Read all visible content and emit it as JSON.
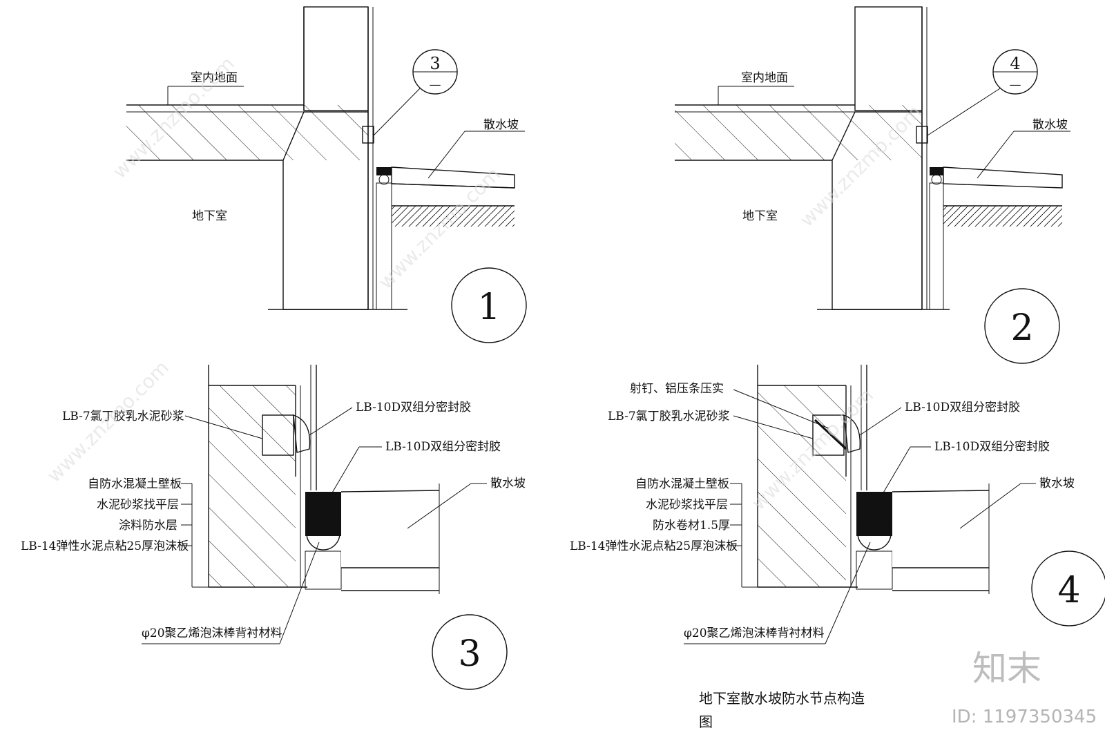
{
  "details": {
    "d1": {
      "number": "1",
      "callout_ref": "3",
      "callout_sub": "—",
      "labels": {
        "indoor_floor": "室内地面",
        "basement": "地下室",
        "apron": "散水坡"
      }
    },
    "d2": {
      "number": "2",
      "callout_ref": "4",
      "callout_sub": "—",
      "labels": {
        "indoor_floor": "室内地面",
        "basement": "地下室",
        "apron": "散水坡"
      }
    },
    "d3": {
      "number": "3",
      "labels": {
        "mortar": "LB-7氯丁胶乳水泥砂浆",
        "sealant_top": "LB-10D双组分密封胶",
        "sealant_mid": "LB-10D双组分密封胶",
        "wall_panel": "自防水混凝土壁板",
        "leveling": "水泥砂浆找平层",
        "waterproof": "涂料防水层",
        "foam_board": "LB-14弹性水泥点粘25厚泡沫板",
        "apron": "散水坡",
        "backer_rod": "φ20聚乙烯泡沫棒背衬材料"
      }
    },
    "d4": {
      "number": "4",
      "labels": {
        "nail": "射钉、铝压条压实",
        "mortar": "LB-7氯丁胶乳水泥砂浆",
        "sealant_top": "LB-10D双组分密封胶",
        "sealant_mid": "LB-10D双组分密封胶",
        "wall_panel": "自防水混凝土壁板",
        "leveling": "水泥砂浆找平层",
        "waterproof": "防水卷材1.5厚",
        "foam_board": "LB-14弹性水泥点粘25厚泡沫板",
        "apron": "散水坡",
        "backer_rod": "φ20聚乙烯泡沫棒背衬材料"
      }
    }
  },
  "title": {
    "line1": "地下室散水坡防水节点构造",
    "line2": "图"
  },
  "watermark": {
    "brand": "知末",
    "id": "ID: 1197350345",
    "site": "www.znzmo.com"
  },
  "colors": {
    "ink": "#111111",
    "watermark": "#bdbdbd"
  }
}
